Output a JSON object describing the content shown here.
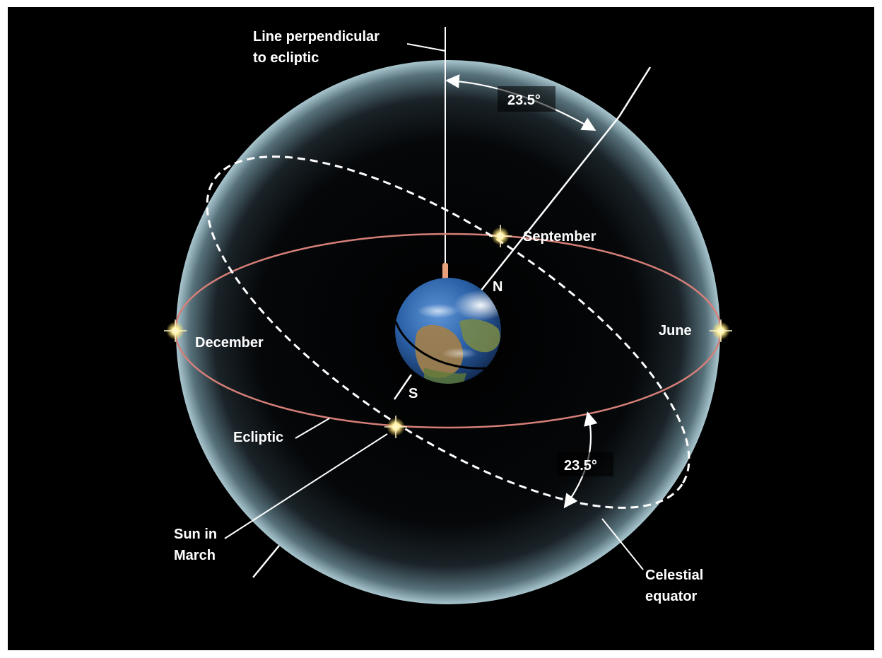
{
  "labels": {
    "perpendicular_line": [
      "Line perpendicular",
      "to ecliptic"
    ],
    "axis_tilt_top": "23.5°",
    "axis_tilt_bottom": "23.5°",
    "september": "September",
    "june": "June",
    "december": "December",
    "north_pole": "N",
    "south_pole": "S",
    "ecliptic": "Ecliptic",
    "sun_in_march": [
      "Sun in",
      "March"
    ],
    "celestial_equator": [
      "Celestial",
      "equator"
    ]
  },
  "colors": {
    "background": "#000000",
    "ecliptic": "#d67f78",
    "equator": "#ffffff",
    "sphere_rim": "#9fc2cc",
    "sun": "#fff3a0",
    "earth_ocean": "#2a5fa5",
    "earth_land": "#a3804a",
    "arrow": "#ffffff"
  },
  "icons": {
    "sun": "sun-star-icon",
    "earth": "earth-globe-icon"
  }
}
